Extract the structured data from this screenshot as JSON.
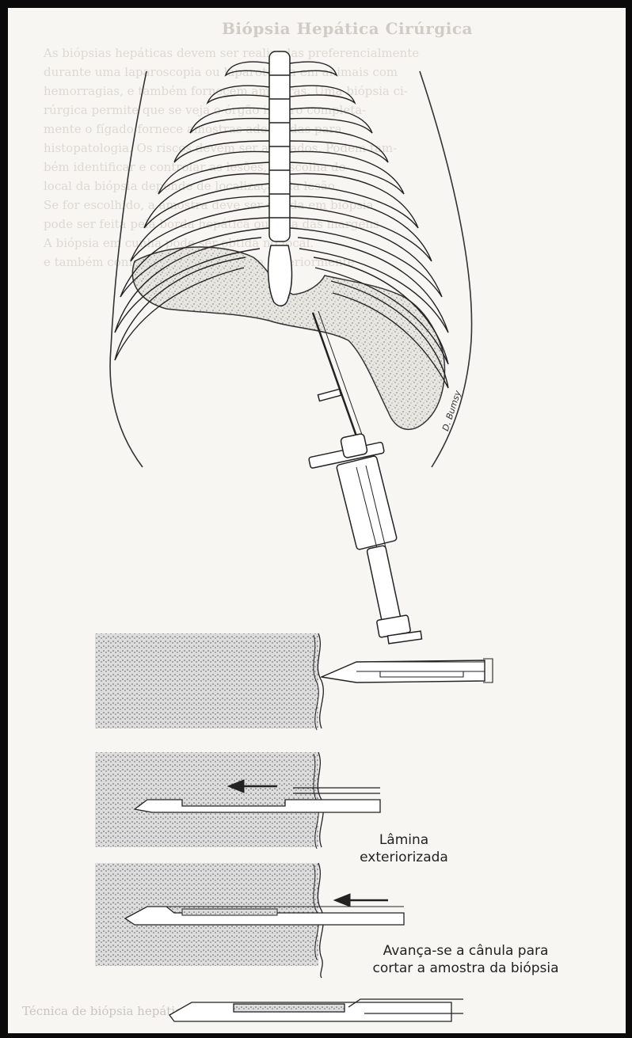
{
  "background_page": {
    "heading": "Biópsia Hepática Cirúrgica",
    "lines": [
      "As biópsias hepáticas devem ser realizadas preferencialmente",
      "durante uma laparoscopia ou laparotomia em animais com",
      "hemorragias, e também fornecem amostras. Uma biópsia ci-",
      "rúrgica permite que se veja o órgão inteiro completa-",
      "mente o fígado fornece amostras adequadas para",
      "histopatologia. Os riscos devem ser avaliados. Podem tam-",
      "bém identificar e controlar as lesões, a escolha do",
      "local da biópsia depende de localização da lesão.",
      "Se for escolhido, a amostra deve ser obtida em biópsia",
      "pode ser feita pela borda hepática ou uma das margens",
      "A biópsia em cunha pode ser obtida no local.",
      "e também conforme técnica descrita anteriormente"
    ],
    "bottom_line": "Técnica de biópsia hepática com agulha, também chamada técnica"
  },
  "figure": {
    "artist_signature": "D. Bumsy",
    "colors": {
      "ink": "#222222",
      "tissue_stipple": "#8a8a8a",
      "paper": "#f7f6f3"
    },
    "steps": [
      {
        "name": "needle-in-tissue",
        "caption_lines": []
      },
      {
        "name": "blade-exteriorized",
        "caption_lines": [
          "Lâmina",
          "exteriorizada"
        ]
      },
      {
        "name": "cannula-advanced",
        "caption_lines": [
          "Avança-se a cânula para",
          "cortar a amostra da biópsia"
        ]
      },
      {
        "name": "sample-retrieved",
        "caption_lines": []
      }
    ]
  }
}
